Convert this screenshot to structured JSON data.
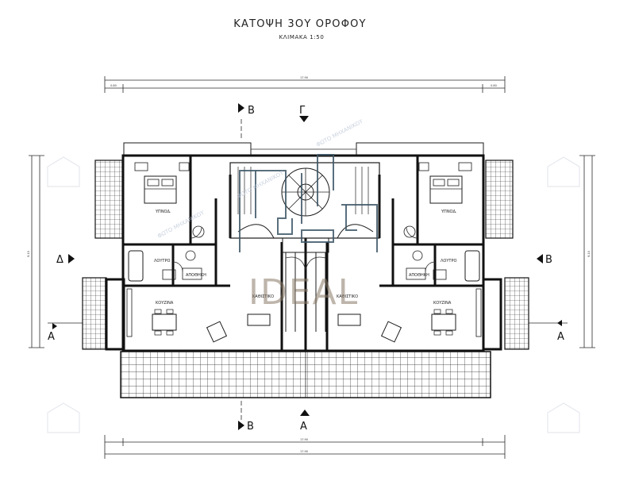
{
  "title": "ΚΑΤΟΨΗ 3ΟΥ ΟΡΟΦΟΥ",
  "scale": "ΚΛΙΜΑΚΑ 1:50",
  "brand": "IDEAL",
  "watermark_text": "ΦΩΤΟ ΜΗΧΑΝΙΚΟΥ",
  "section_markers": {
    "top_left": "Β",
    "top_right": "Γ",
    "bottom_left": "Β",
    "bottom_right": "Α",
    "left_upper": "Δ",
    "right_upper": "Β",
    "left_lower": "Α",
    "right_lower": "Α"
  },
  "rooms": {
    "bedroom_left": "ΥΠΝΟΔ.",
    "bedroom_right": "ΥΠΝΟΔ.",
    "bath_left": "ΛΟΥΤΡΟ",
    "bath_right": "ΛΟΥΤΡΟ",
    "living_left": "ΚΑΘΙΣΤΙΚΟ",
    "living_right": "ΚΑΘΙΣΤΙΚΟ",
    "kitchen_left": "ΚΟΥΖΙΝΑ",
    "kitchen_right": "ΚΟΥΖΙΝΑ",
    "wc_left": "ΑΠΟΘΗΚΗ",
    "wc_right": "ΑΠΟΘΗΚΗ"
  },
  "dimensions": {
    "overall_top": "17.90",
    "top_left_seg": "0.80",
    "top_right_seg": "0.80",
    "overall_bottom": "17.90",
    "bottom_mid": "17.90",
    "left_total": "9.10",
    "right_total": "9.10"
  },
  "colors": {
    "ink": "#1b1b1b",
    "overlay": "#3d5666",
    "brand": "#8a7968",
    "watermark": "#b8c3d4"
  }
}
